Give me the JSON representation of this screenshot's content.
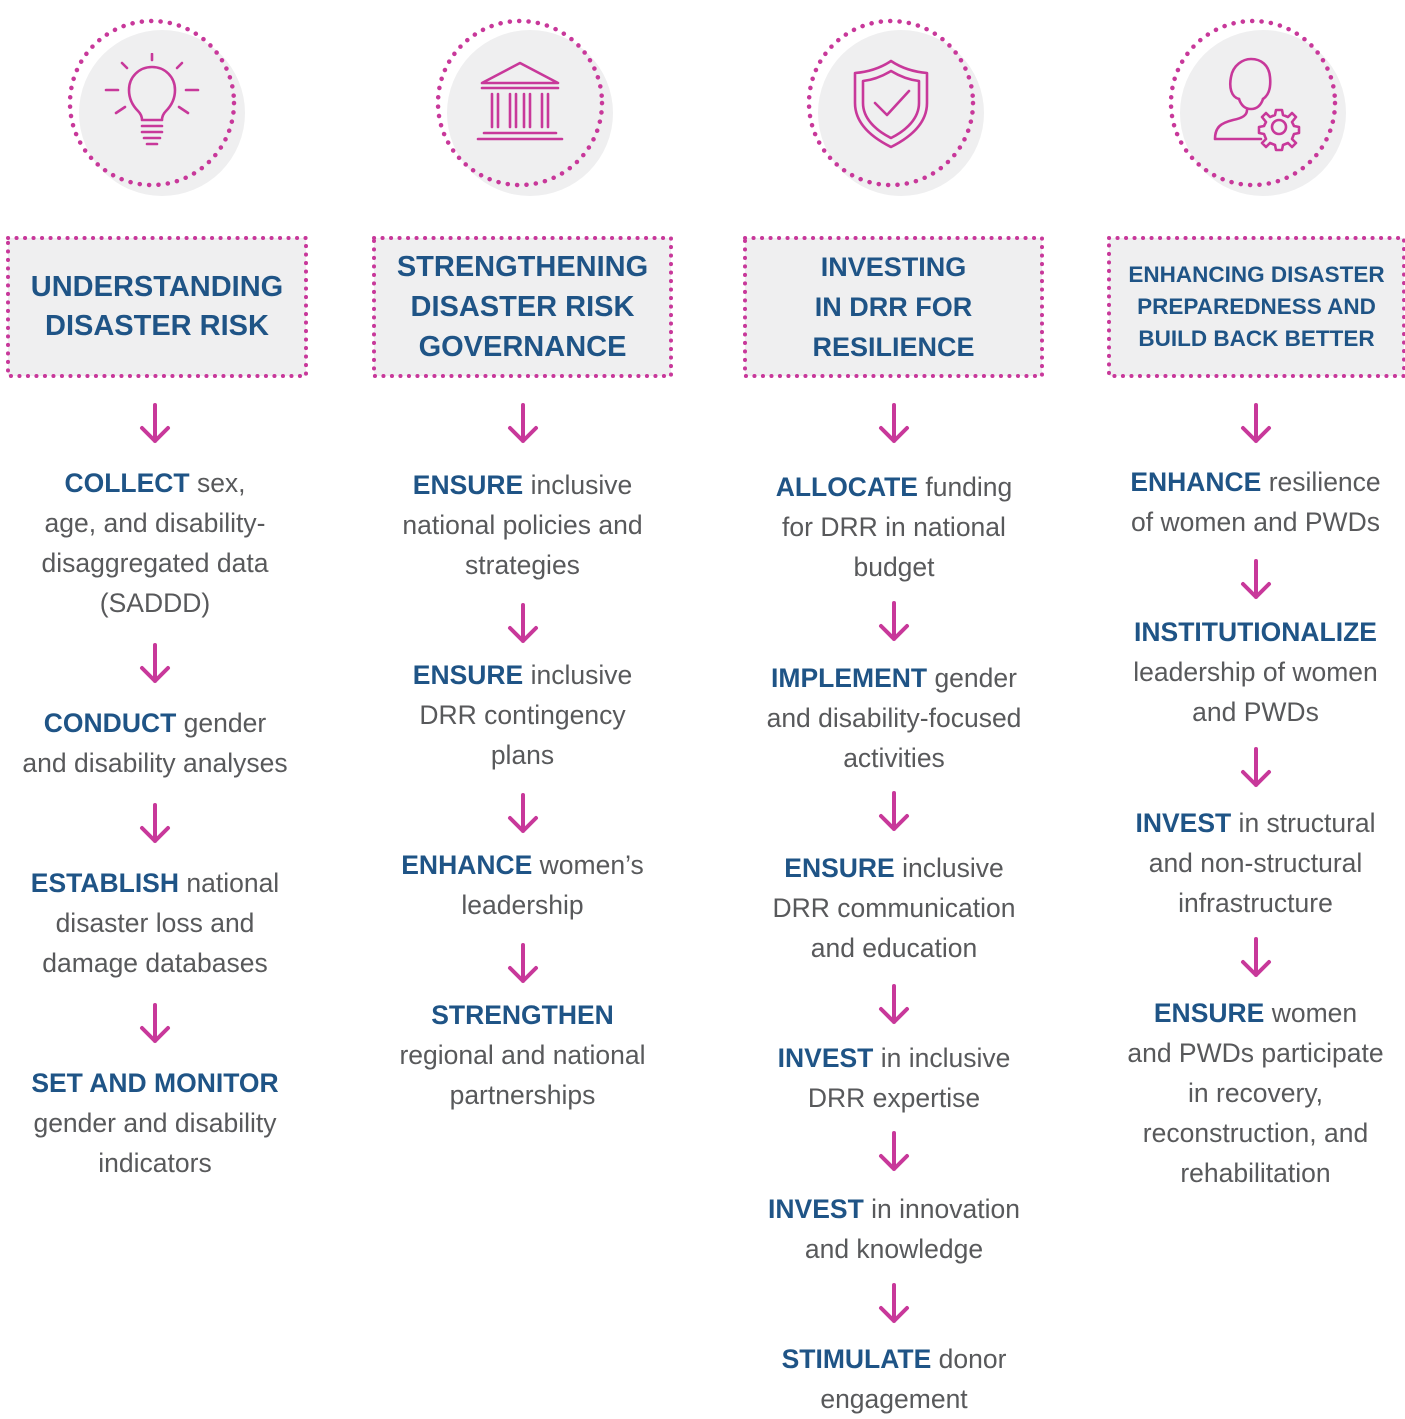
{
  "colors": {
    "accent": "#c8389a",
    "title_blue": "#1f5486",
    "text_gray": "#58595b",
    "panel_gray": "#efeff0"
  },
  "columns": [
    {
      "icon": "lightbulb-icon",
      "title": "UNDERSTANDING\nDISASTER RISK",
      "steps": [
        {
          "keyword": "COLLECT",
          "text": " sex,\nage, and disability-\ndisaggregated data\n(SADDD)"
        },
        {
          "keyword": "CONDUCT",
          "text": " gender\nand disability analyses"
        },
        {
          "keyword": "ESTABLISH",
          "text": " national\ndisaster loss and\ndamage databases"
        },
        {
          "keyword": "SET AND MONITOR",
          "text": "\ngender and disability\nindicators"
        }
      ]
    },
    {
      "icon": "government-building-icon",
      "title": "STRENGTHENING\nDISASTER RISK\nGOVERNANCE",
      "steps": [
        {
          "keyword": "ENSURE",
          "text": " inclusive\nnational policies and\nstrategies"
        },
        {
          "keyword": "ENSURE",
          "text": " inclusive\nDRR contingency\nplans"
        },
        {
          "keyword": "ENHANCE",
          "text": " women’s\nleadership"
        },
        {
          "keyword": "STRENGTHEN",
          "text": "\nregional and national\npartnerships"
        }
      ]
    },
    {
      "icon": "shield-check-icon",
      "title": "INVESTING\nIN DRR FOR\nRESILIENCE",
      "steps": [
        {
          "keyword": "ALLOCATE",
          "text": " funding\nfor DRR in national\nbudget"
        },
        {
          "keyword": "IMPLEMENT",
          "text": " gender\nand disability-focused\nactivities"
        },
        {
          "keyword": "ENSURE",
          "text": " inclusive\nDRR communication\nand education"
        },
        {
          "keyword": "INVEST",
          "text": " in inclusive\nDRR expertise"
        },
        {
          "keyword": "INVEST",
          "text": " in innovation\nand knowledge"
        },
        {
          "keyword": "STIMULATE",
          "text": " donor\nengagement"
        }
      ]
    },
    {
      "icon": "person-gear-icon",
      "title": "ENHANCING DISASTER\nPREPAREDNESS AND\nBUILD BACK BETTER",
      "steps": [
        {
          "keyword": "ENHANCE",
          "text": " resilience\nof women and PWDs"
        },
        {
          "keyword": "INSTITUTIONALIZE",
          "text": "\nleadership of women\nand PWDs"
        },
        {
          "keyword": "INVEST",
          "text": " in structural\nand non-structural\ninfrastructure"
        },
        {
          "keyword": "ENSURE",
          "text": " women\nand PWDs participate\nin recovery,\nreconstruction, and\nrehabilitation"
        }
      ]
    }
  ]
}
